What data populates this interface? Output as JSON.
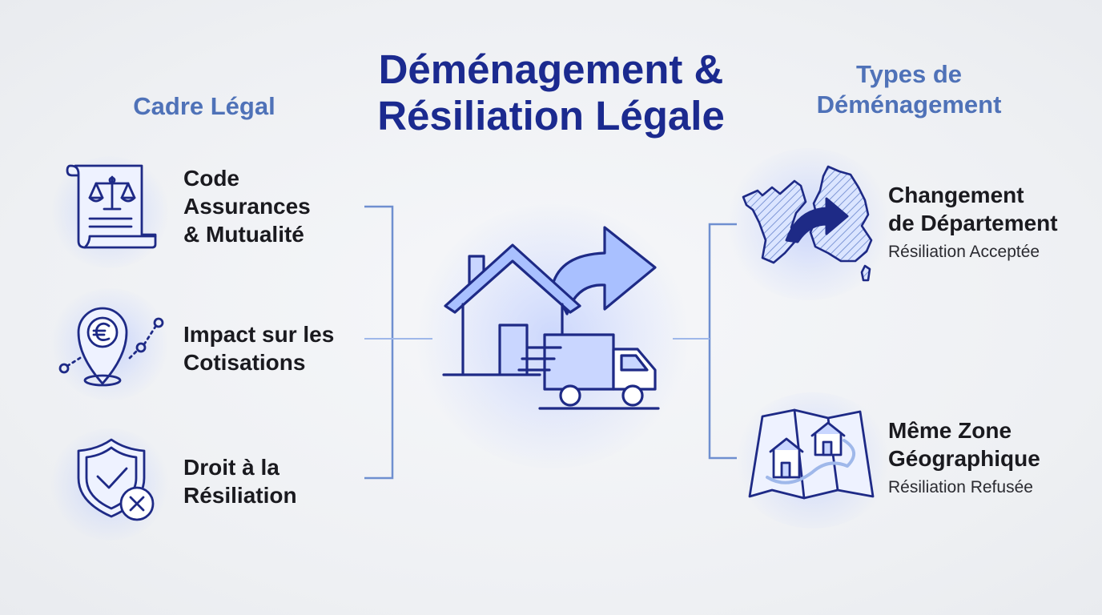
{
  "title": {
    "line1": "Déménagement &",
    "line2": "Résiliation Légale"
  },
  "left": {
    "heading": "Cadre Légal",
    "items": [
      {
        "line1": "Code",
        "line2": "Assurances",
        "line3": "& Mutualité",
        "icon": "legal-document-scales-icon"
      },
      {
        "line1": "Impact sur les",
        "line2": "Cotisations",
        "icon": "euro-location-pin-icon"
      },
      {
        "line1": "Droit à la",
        "line2": "Résiliation",
        "icon": "shield-check-cross-icon"
      }
    ]
  },
  "right": {
    "heading_line1": "Types de",
    "heading_line2": "Déménagement",
    "items": [
      {
        "line1": "Changement",
        "line2": "de Département",
        "sub": "Résiliation Acceptée",
        "icon": "france-map-arrow-icon"
      },
      {
        "line1": "Même Zone",
        "line2": "Géographique",
        "sub": "Résiliation Refusée",
        "icon": "local-map-houses-icon"
      }
    ]
  },
  "center": {
    "icon": "house-moving-truck-icon"
  },
  "colors": {
    "title": "#1b2a8f",
    "heading": "#4f72b8",
    "icon_stroke": "#1e2a86",
    "icon_fill": "#c9d6ff",
    "connector": "#6f8fd0"
  }
}
